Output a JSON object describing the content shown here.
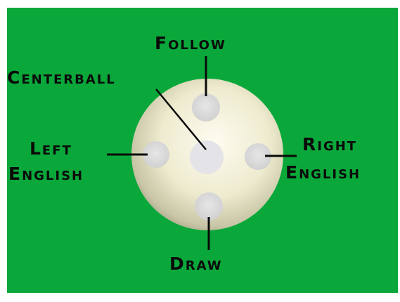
{
  "labels": {
    "follow": "Follow",
    "centerball": "Centerball",
    "left_english_1": "Left",
    "left_english_2": "English",
    "right_english_1": "Right",
    "right_english_2": "English",
    "draw": "Draw"
  },
  "colors": {
    "background": "#0aa83a",
    "ball": "#efedd2",
    "spot": "#d8d8d8",
    "line": "#0a0a0a"
  }
}
